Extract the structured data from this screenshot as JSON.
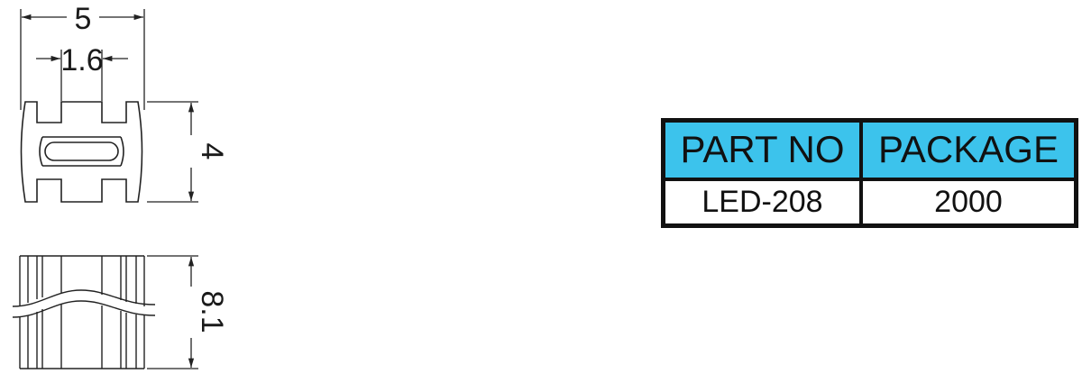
{
  "drawing": {
    "dim_width": "5",
    "dim_slot": "1.6",
    "dim_height": "4",
    "dim_length": "8.1"
  },
  "table": {
    "header_bg": "#3cc3ec",
    "headers": [
      "PART NO",
      "PACKAGE"
    ],
    "rows": [
      [
        "LED-208",
        "2000"
      ]
    ]
  }
}
